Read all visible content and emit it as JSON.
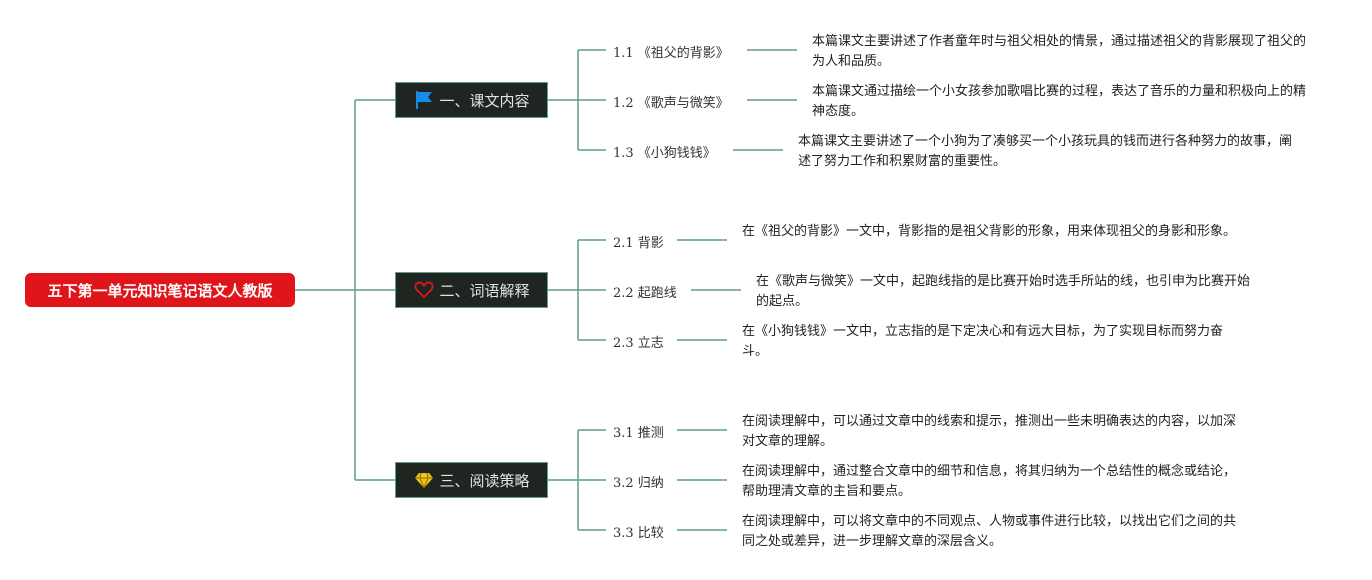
{
  "root": {
    "title": "五下第一单元知识笔记语文人教版"
  },
  "branches": [
    {
      "label": "一、课文内容",
      "icon": "flag-icon",
      "items": [
        {
          "label": "1.1 《祖父的背影》",
          "desc": "本篇课文主要讲述了作者童年时与祖父相处的情景，通过描述祖父的背影展现了祖父的为人和品质。"
        },
        {
          "label": "1.2 《歌声与微笑》",
          "desc": "本篇课文通过描绘一个小女孩参加歌唱比赛的过程，表达了音乐的力量和积极向上的精神态度。"
        },
        {
          "label": "1.3 《小狗钱钱》",
          "desc": "本篇课文主要讲述了一个小狗为了凑够买一个小孩玩具的钱而进行各种努力的故事，阐述了努力工作和积累财富的重要性。"
        }
      ]
    },
    {
      "label": "二、词语解释",
      "icon": "heart-icon",
      "items": [
        {
          "label": "2.1 背影",
          "desc": "在《祖父的背影》一文中，背影指的是祖父背影的形象，用来体现祖父的身影和形象。"
        },
        {
          "label": "2.2 起跑线",
          "desc": "在《歌声与微笑》一文中，起跑线指的是比赛开始时选手所站的线，也引申为比赛开始的起点。"
        },
        {
          "label": "2.3 立志",
          "desc": "在《小狗钱钱》一文中，立志指的是下定决心和有远大目标，为了实现目标而努力奋斗。"
        }
      ]
    },
    {
      "label": "三、阅读策略",
      "icon": "diamond-icon",
      "items": [
        {
          "label": "3.1 推测",
          "desc": "在阅读理解中，可以通过文章中的线索和提示，推测出一些未明确表达的内容，以加深对文章的理解。"
        },
        {
          "label": "3.2 归纳",
          "desc": "在阅读理解中，通过整合文章中的细节和信息，将其归纳为一个总结性的概念或结论，帮助理清文章的主旨和要点。"
        },
        {
          "label": "3.3 比较",
          "desc": "在阅读理解中，可以将文章中的不同观点、人物或事件进行比较，以找出它们之间的共同之处或差异，进一步理解文章的深层含义。"
        }
      ]
    }
  ],
  "colors": {
    "root": "#e0151b",
    "branch_bg": "#1f2622",
    "connector": "#5f9c8b",
    "flag": "#1a8ce8",
    "heart": "#e0151b",
    "diamond": "#f2c318"
  }
}
